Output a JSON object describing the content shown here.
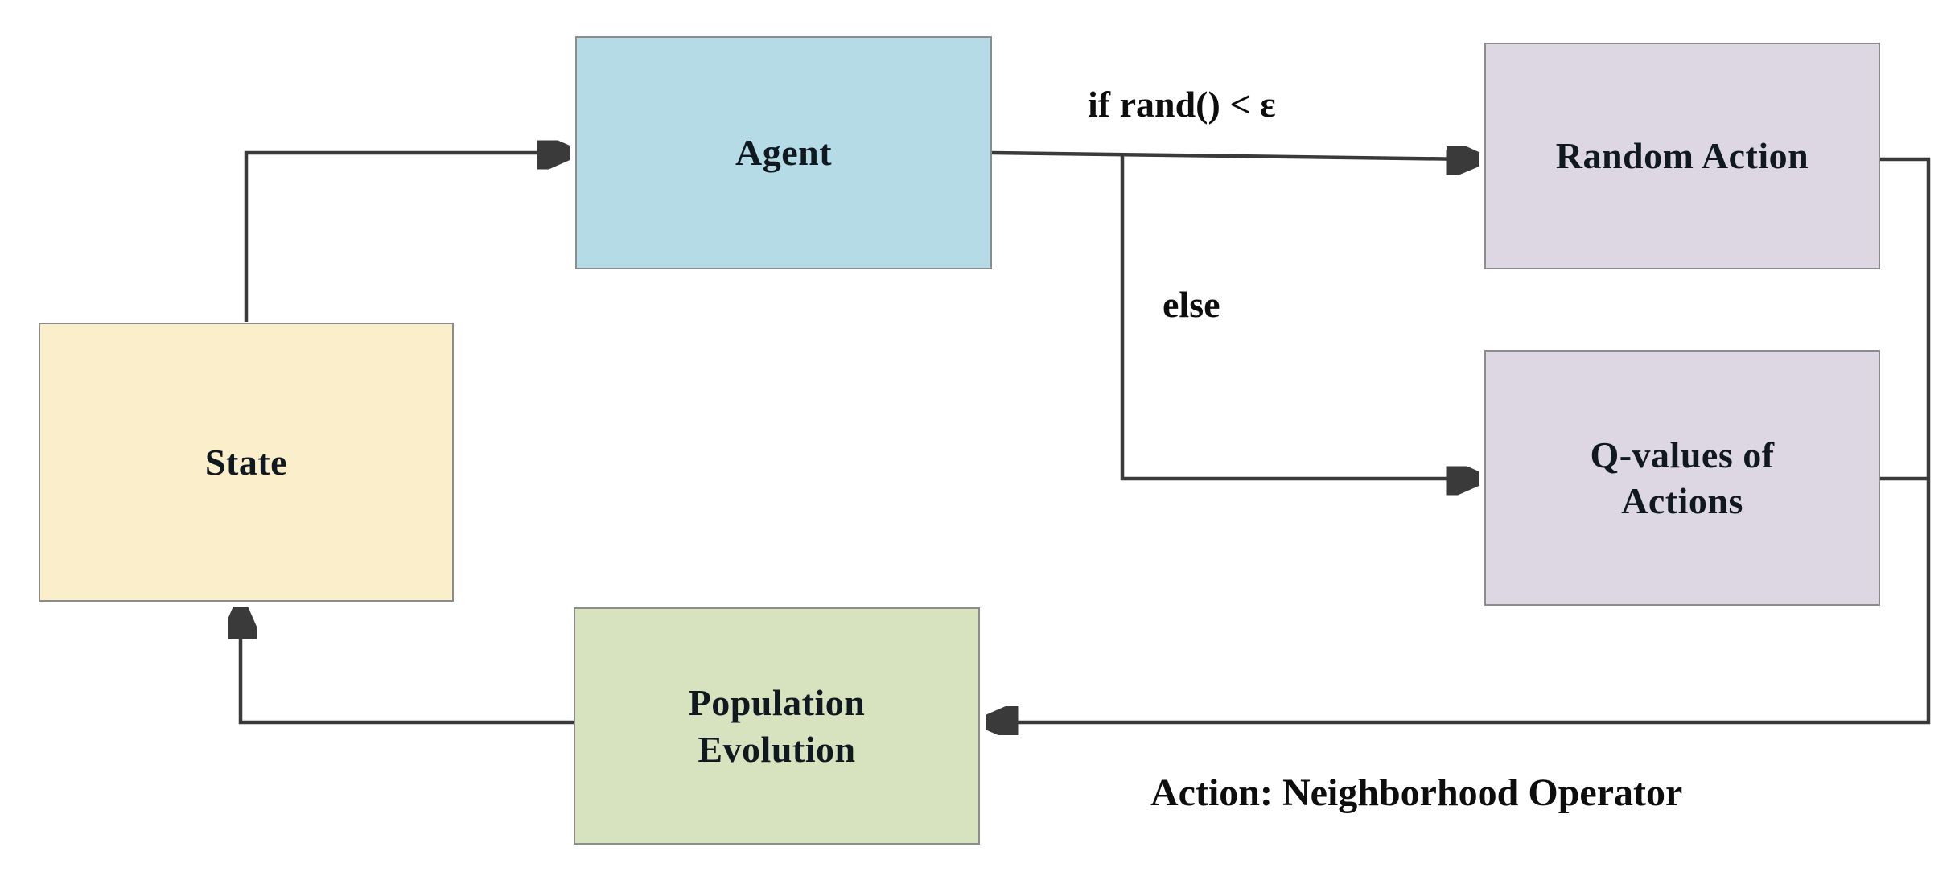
{
  "diagram": {
    "background_color": "#ffffff",
    "line_color": "#3a3a3a",
    "arrowhead_color": "#141414",
    "border_color": "#8c8c8c",
    "text_color": "#101820",
    "nodes": {
      "state": {
        "label": "State",
        "fill": "#fbeecb"
      },
      "agent": {
        "label": "Agent",
        "fill": "#b5dce6"
      },
      "random_action": {
        "label": "Random Action",
        "fill": "#dcd7e3"
      },
      "q_values": {
        "label": "Q-values of Actions",
        "fill": "#dcd7e3"
      },
      "population_evolution": {
        "label": "Population Evolution",
        "fill": "#d7e3be"
      }
    },
    "edge_labels": {
      "epsilon_condition": "if rand() <  ε",
      "else_condition": "else"
    },
    "annotation": "Action: Neighborhood Operator"
  }
}
